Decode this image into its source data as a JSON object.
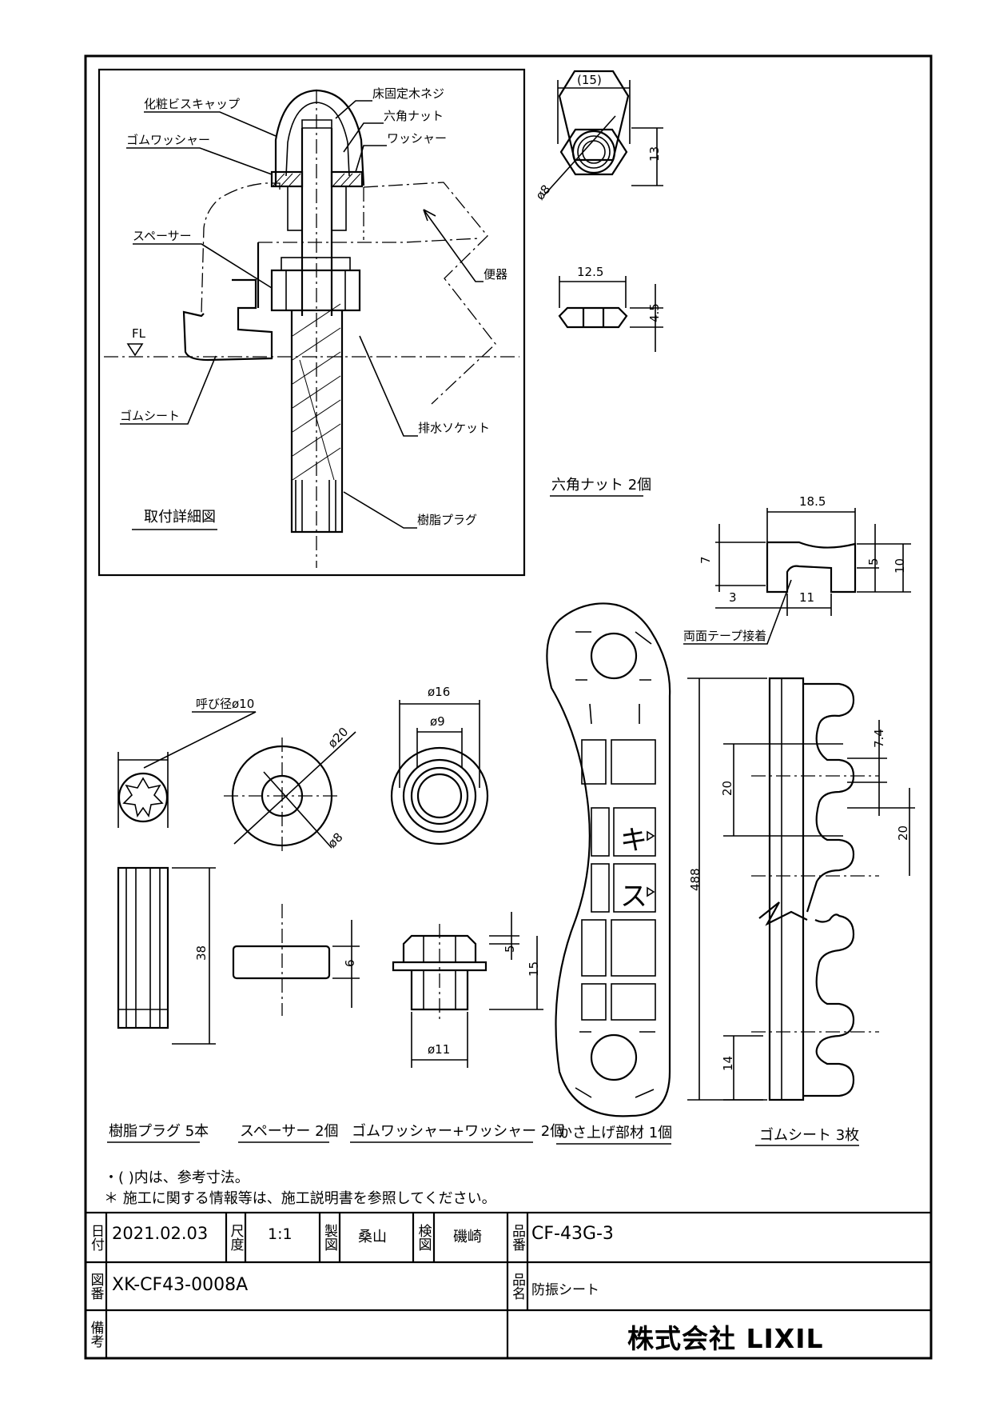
{
  "detail": {
    "title": "取付詳細図",
    "labels": {
      "screw_cap": "化粧ビスキャップ",
      "floor_screw": "床固定木ネジ",
      "hex_nut": "六角ナット",
      "washer": "ワッシャー",
      "rubber_washer": "ゴムワッシャー",
      "spacer": "スペーサー",
      "toilet": "便器",
      "fl": "FL",
      "rubber_sheet": "ゴムシート",
      "drain_socket": "排水ソケット",
      "resin_plug": "樹脂プラグ"
    }
  },
  "dims": {
    "nut_width": "(15)",
    "nut_height": "13",
    "nut_bore": "ø8",
    "nut_side_width": "12.5",
    "nut_side_height": "4.5",
    "sheet_w": "18.5",
    "sheet_7": "7",
    "sheet_5": "5",
    "sheet_10": "10",
    "sheet_3": "3",
    "sheet_11": "11",
    "plug_nominal": "呼び径ø10",
    "plug_length": "38",
    "spacer_od": "ø20",
    "spacer_id": "ø8",
    "spacer_thick": "6",
    "washer_od": "ø16",
    "washer_id": "ø9",
    "washer_h5": "5",
    "washer_h15": "15",
    "washer_base": "ø11",
    "sheet_len": "488",
    "sheet_pitch1": "20",
    "sheet_pitch2": "20",
    "sheet_74": "7.4",
    "sheet_14": "14"
  },
  "notes": {
    "tape": "両面テープ接着",
    "nut_qty": "六角ナット 2個",
    "plug_qty": "樹脂プラグ 5本",
    "spacer_qty": "スペーサー 2個",
    "washer_qty": "ゴムワッシャー+ワッシャー 2個",
    "riser_qty": "かさ上げ部材 1個",
    "sheet_qty": "ゴムシート 3枚",
    "riser_mark1": "キ",
    "riser_mark2": "ス",
    "note1": "・( )内は、参考寸法。",
    "note2": "＊ 施工に関する情報等は、施工説明書を参照してください。"
  },
  "titleblock": {
    "date_label": "日付",
    "date": "2021.02.03",
    "scale_label": "尺度",
    "scale": "1:1",
    "drawn_label": "製図",
    "drawn_by": "桑山",
    "checked_label": "検図",
    "checked_by": "磯崎",
    "part_no_label": "品番",
    "part_no": "CF-43G-3",
    "drawing_no_label": "図番",
    "drawing_no": "XK-CF43-0008A",
    "name_label": "品名",
    "name": "防振シート",
    "remarks_label": "備考",
    "company": "株式会社 LIXIL"
  }
}
